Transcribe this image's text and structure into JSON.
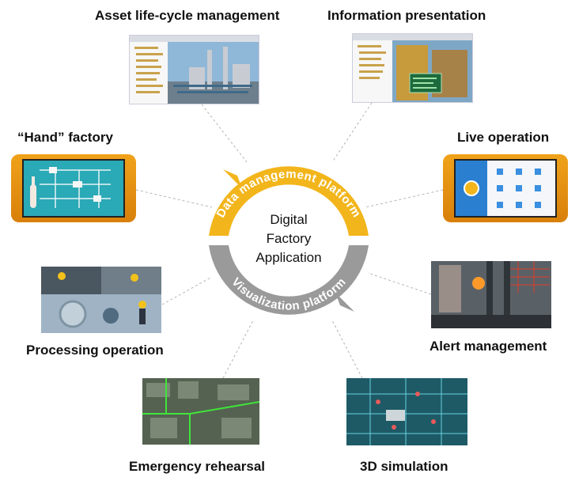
{
  "center": {
    "line1": "Digital",
    "line2": "Factory",
    "line3": "Application"
  },
  "rings": {
    "top": "Data management platform",
    "bottom": "Visualization platform"
  },
  "nodes": {
    "asset": "Asset life-cycle management",
    "info": "Information presentation",
    "hand": "“Hand”   factory",
    "live": "Live operation",
    "processing": "Processing operation",
    "alert": "Alert management",
    "emergency": "Emergency rehearsal",
    "simulation": "3D simulation"
  },
  "colors": {
    "data_ring": "#f2b51b",
    "visual_ring": "#9a9a9a",
    "connector": "#b5b5b5"
  }
}
